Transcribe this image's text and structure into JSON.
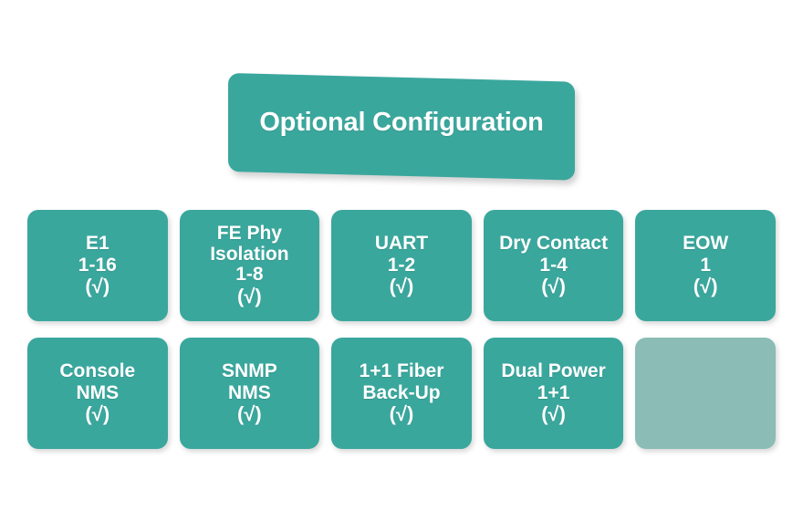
{
  "banner": {
    "title": "Optional Configuration",
    "color": "#3aa79d",
    "text_color": "#ffffff"
  },
  "theme": {
    "background": "#ffffff",
    "tile_color": "#3aa79d",
    "tile_empty_color": "#8bbcb6",
    "tile_text_color": "#ffffff"
  },
  "grid": {
    "rows": [
      {
        "tiles": [
          {
            "name": "e1",
            "lines": [
              "E1",
              "1-16",
              "(√)"
            ],
            "empty": false
          },
          {
            "name": "fe-phy-isolation",
            "lines": [
              "FE Phy",
              "Isolation",
              "1-8",
              "(√)"
            ],
            "empty": false
          },
          {
            "name": "uart",
            "lines": [
              "UART",
              "1-2",
              "(√)"
            ],
            "empty": false
          },
          {
            "name": "dry-contact",
            "lines": [
              "Dry Contact",
              "1-4",
              "(√)"
            ],
            "empty": false
          },
          {
            "name": "eow",
            "lines": [
              "EOW",
              "1",
              "(√)"
            ],
            "empty": false
          }
        ]
      },
      {
        "tiles": [
          {
            "name": "console-nms",
            "lines": [
              "Console",
              "NMS",
              "(√)"
            ],
            "empty": false
          },
          {
            "name": "snmp-nms",
            "lines": [
              "SNMP",
              "NMS",
              "(√)"
            ],
            "empty": false
          },
          {
            "name": "fiber-backup",
            "lines": [
              "1+1 Fiber",
              "Back-Up",
              "(√)"
            ],
            "empty": false
          },
          {
            "name": "dual-power",
            "lines": [
              "Dual Power",
              "1+1",
              "(√)"
            ],
            "empty": false
          },
          {
            "name": "placeholder",
            "lines": [],
            "empty": true
          }
        ]
      }
    ]
  }
}
